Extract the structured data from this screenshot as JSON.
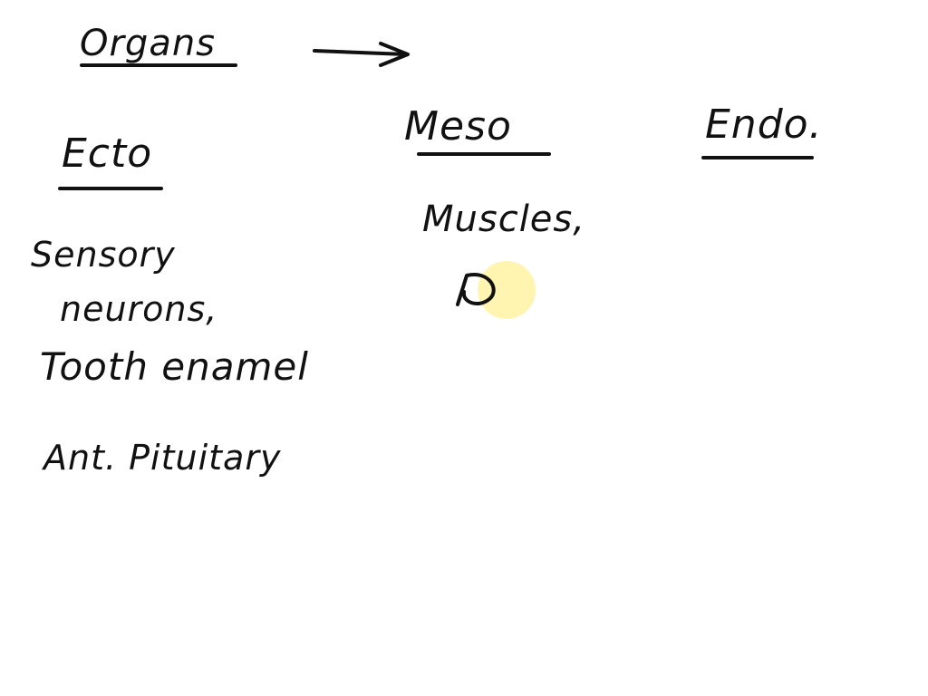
{
  "board": {
    "background": "#ffffff",
    "ink_color": "#111111",
    "highlight_color": "#fff096"
  },
  "notes": {
    "title": "Organs",
    "arrow_icon": "right-arrow",
    "columns": [
      {
        "heading": "Ecto",
        "items": [
          "Sensory",
          "neurons,",
          "Tooth enamel",
          "Ant. Pituitary"
        ]
      },
      {
        "heading": "Meso",
        "items": [
          "Muscles,"
        ]
      },
      {
        "heading": "Endo.",
        "items": []
      }
    ]
  }
}
